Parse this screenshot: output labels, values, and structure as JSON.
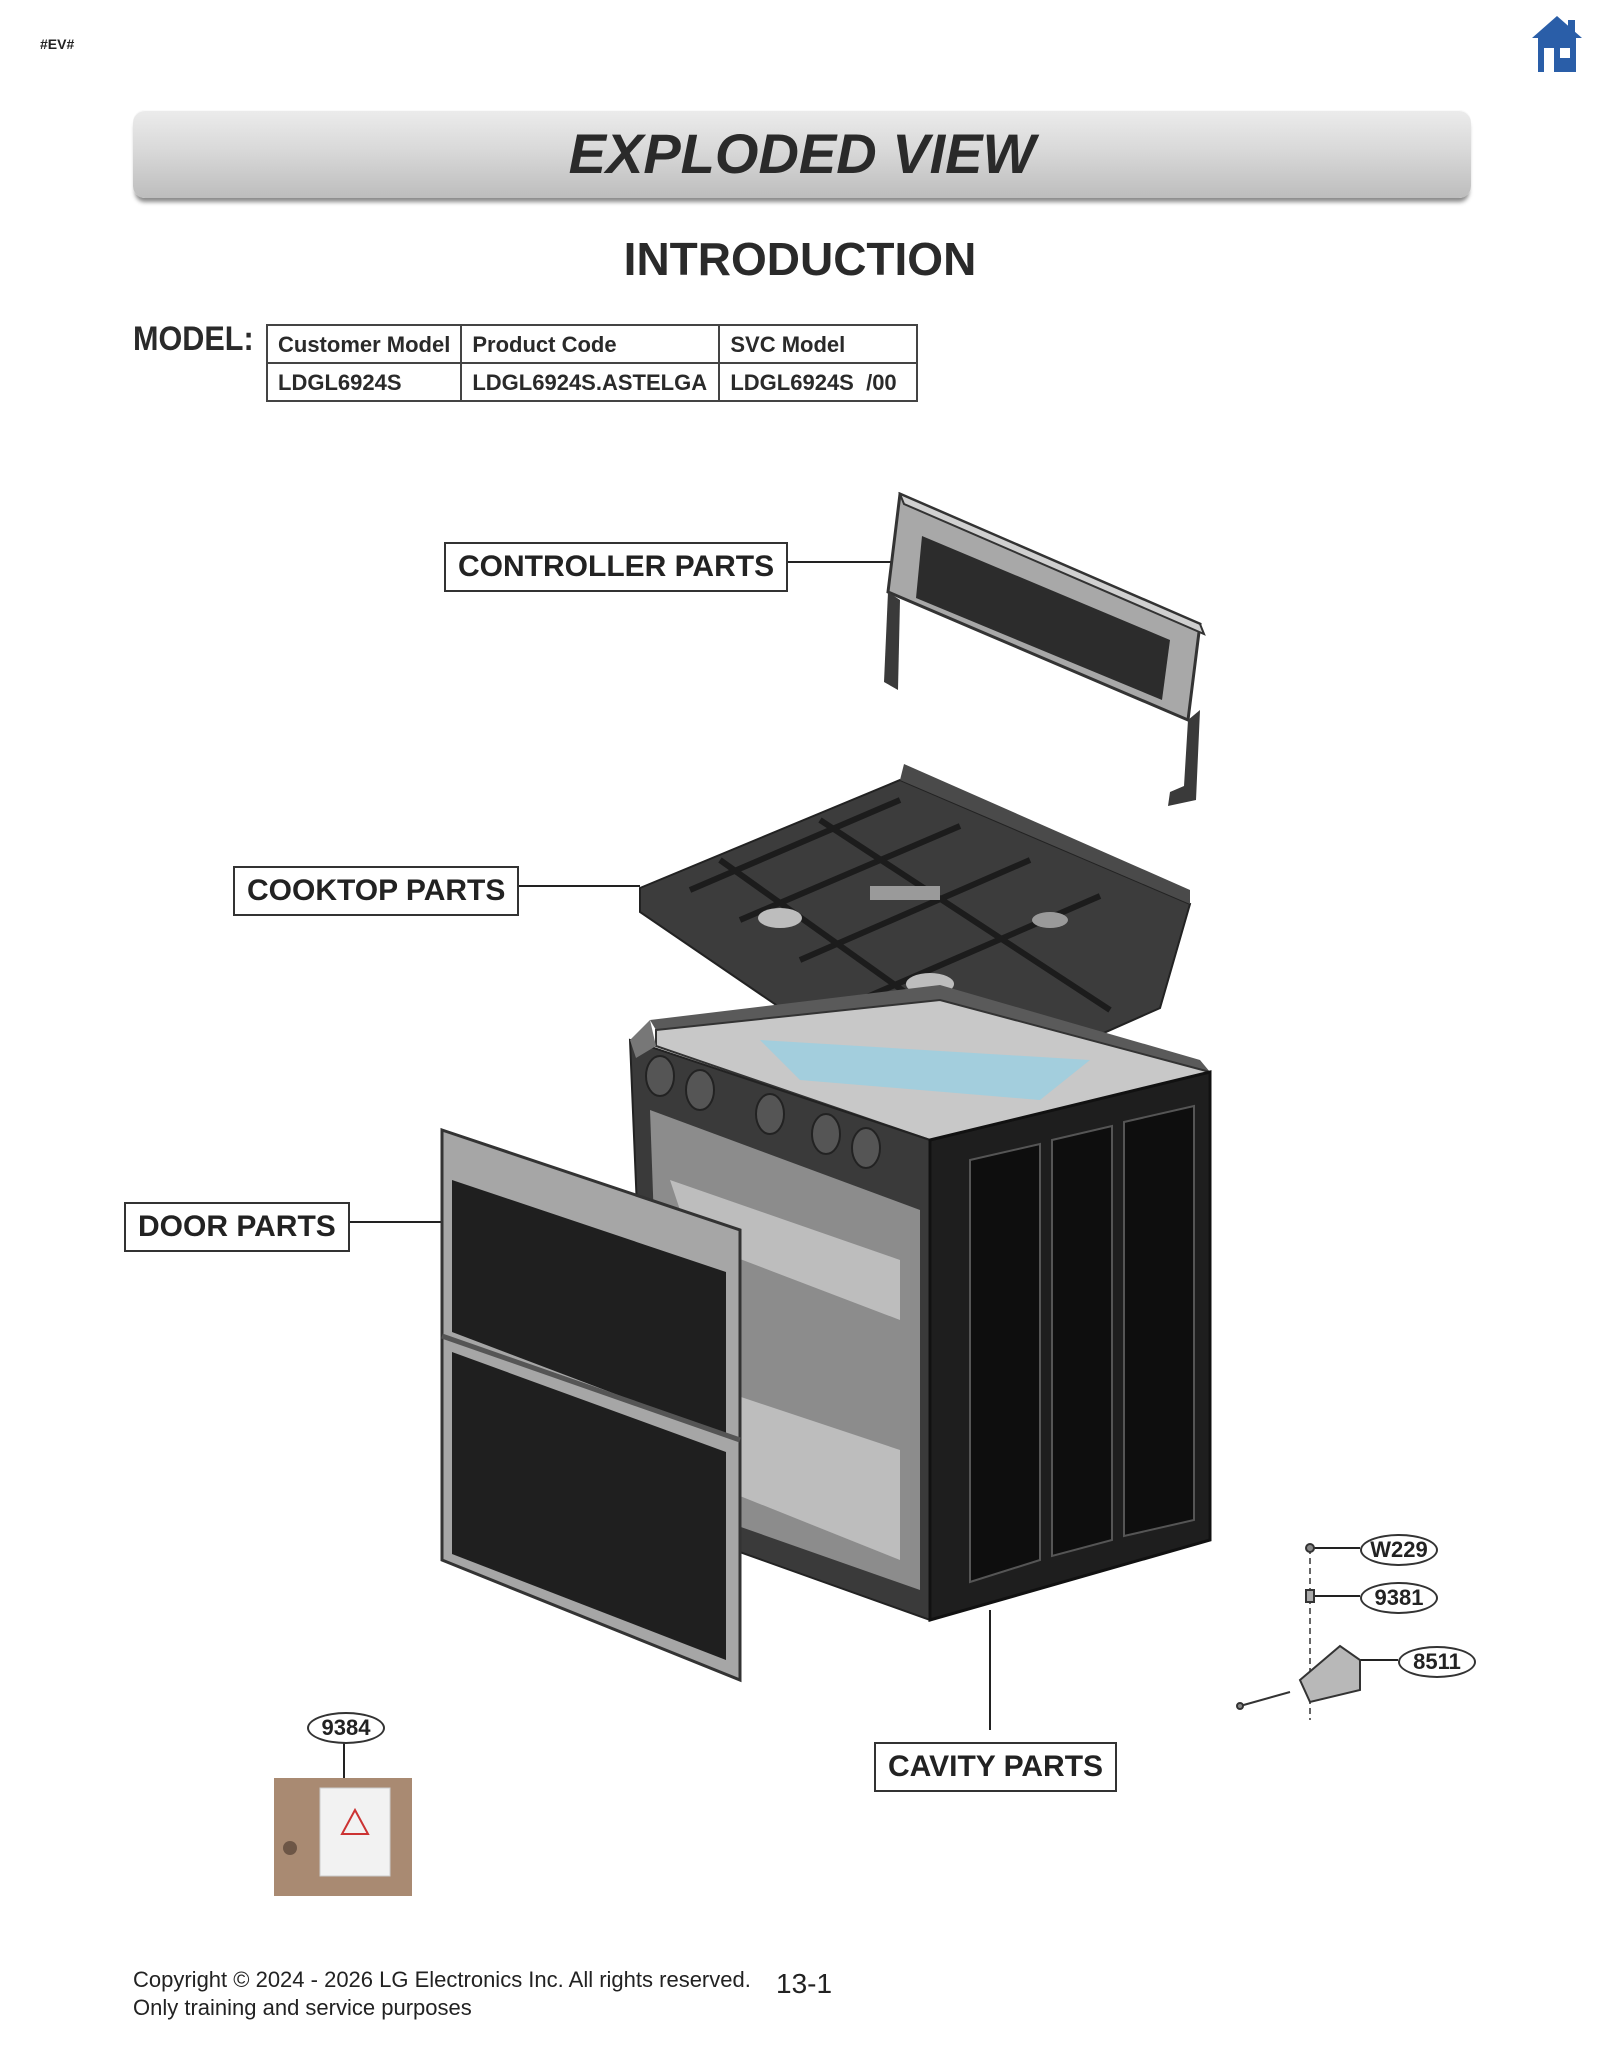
{
  "page_tag": "#EV#",
  "banner_title": "EXPLODED VIEW",
  "section_title": "INTRODUCTION",
  "model": {
    "label": "MODEL:",
    "headers": [
      "Customer Model",
      "Product Code",
      "SVC Model"
    ],
    "values": [
      "LDGL6924S",
      "LDGL6924S.ASTELGA",
      "LDGL6924S  /00"
    ]
  },
  "part_groups": {
    "controller": "CONTROLLER PARTS",
    "cooktop": "COOKTOP PARTS",
    "door": "DOOR PARTS",
    "cavity": "CAVITY PARTS"
  },
  "callouts": {
    "w229": "W229",
    "p9381": "9381",
    "p8511": "8511",
    "p9384": "9384"
  },
  "footer": {
    "copyright": "Copyright © 2024 - 2026 LG Electronics Inc. All rights reserved.",
    "note": "Only training and service purposes",
    "page_number": "13-1"
  },
  "colors": {
    "home_icon": "#2a5ea8",
    "steel": "#9a9a9a",
    "dark": "#2b2b2b",
    "glass": "#222222",
    "cavity_blue": "#9ccfe0"
  },
  "icons": [
    "home-icon"
  ]
}
